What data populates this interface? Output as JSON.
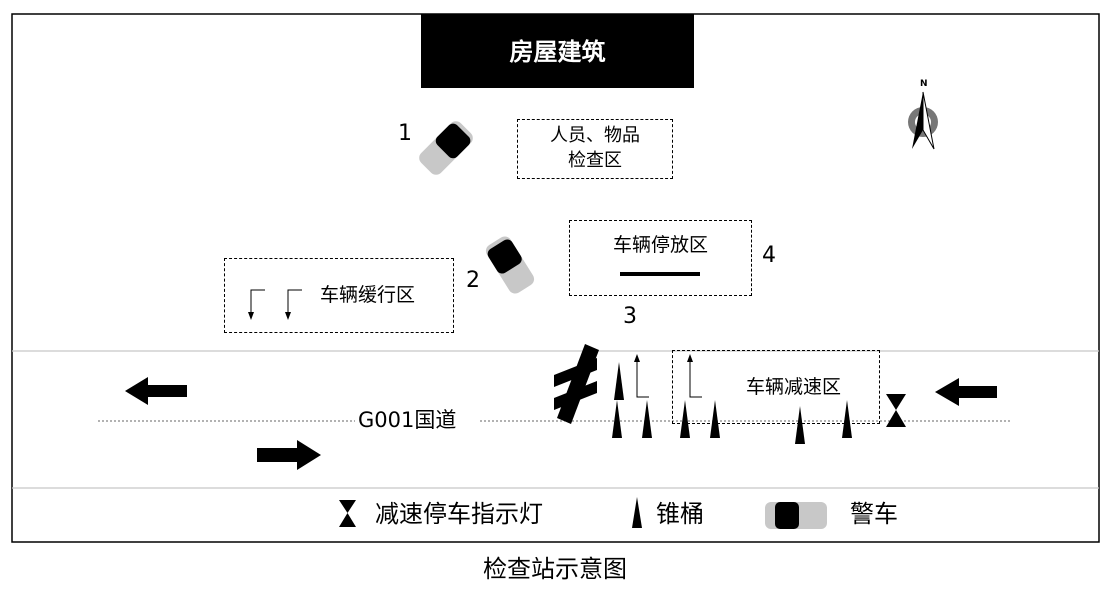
{
  "building": {
    "label": "房屋建筑"
  },
  "compass": {
    "label": "N"
  },
  "zones": {
    "inspection": {
      "line1": "人员、物品",
      "line2": "检查区"
    },
    "parking": {
      "label": "车辆停放区"
    },
    "buffer": {
      "label": "车辆缓行区"
    },
    "deceleration": {
      "label": "车辆减速区"
    }
  },
  "markers": {
    "m1": "1",
    "m2": "2",
    "m3": "3",
    "m4": "4"
  },
  "road": {
    "label": "G001国道"
  },
  "legend": {
    "light_label": "减速停车指示灯",
    "cone_label": "锥桶",
    "car_label": "警车"
  },
  "caption": "检查站示意图",
  "colors": {
    "line": "#000000",
    "building_bg": "#000000",
    "car_body": "#c8c8c8",
    "road_divider": "#c8c8c8"
  }
}
